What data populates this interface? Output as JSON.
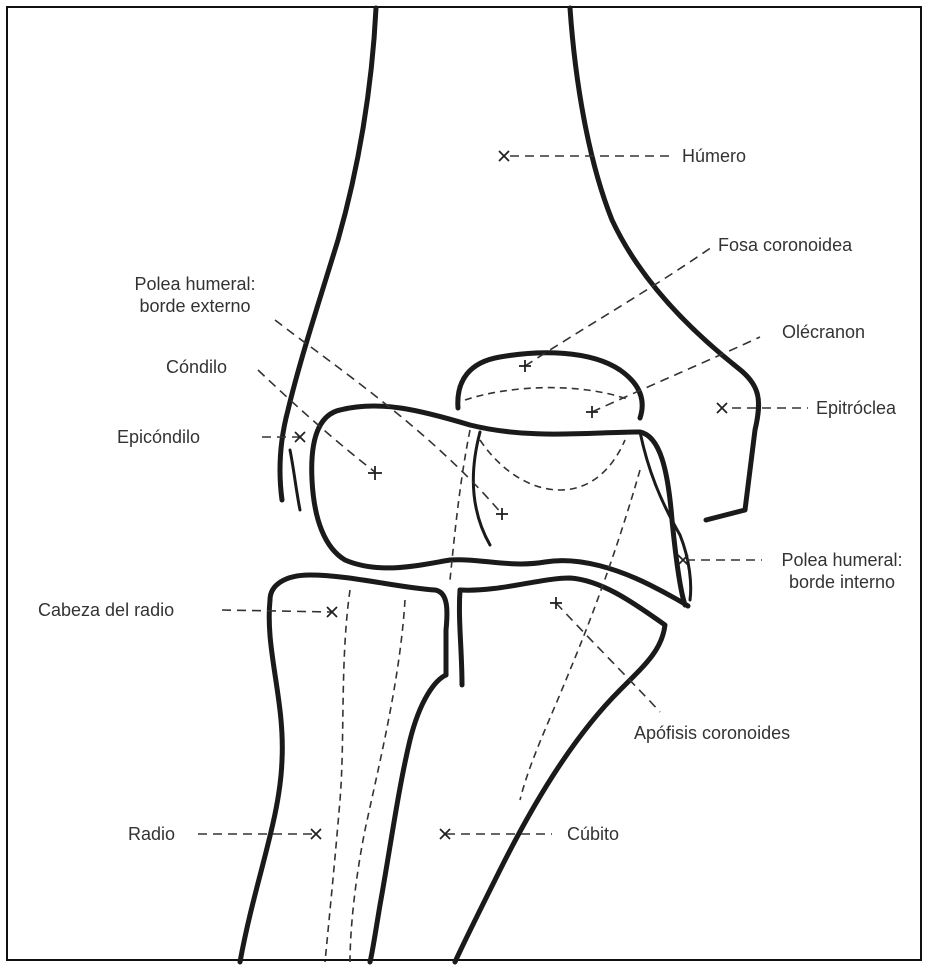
{
  "labels": {
    "humero": "Húmero",
    "fosa_coronoidea": "Fosa coronoidea",
    "polea_externo_l1": "Polea humeral:",
    "polea_externo_l2": "borde externo",
    "olecranon": "Olécranon",
    "condilo": "Cóndilo",
    "epitroclea": "Epitróclea",
    "epicondilo": "Epicóndilo",
    "polea_interno_l1": "Polea humeral:",
    "polea_interno_l2": "borde interno",
    "cabeza_radio": "Cabeza del radio",
    "apofisis_coronoides": "Apófisis coronoides",
    "radio": "Radio",
    "cubito": "Cúbito"
  },
  "colors": {
    "line": "#1a1a1a",
    "text": "#333333",
    "background": "#ffffff"
  }
}
